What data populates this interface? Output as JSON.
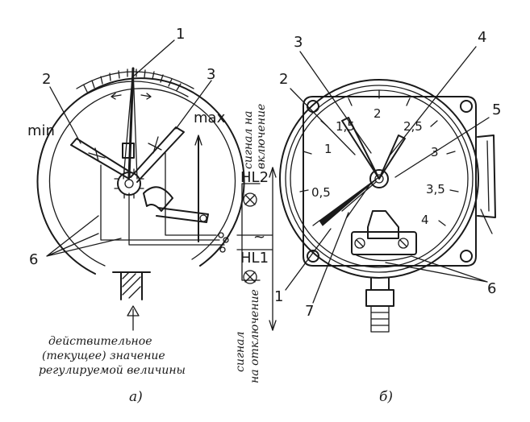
{
  "left": {
    "min_label": "min",
    "max_label": "max",
    "lamp_top": "HL2",
    "lamp_bottom": "HL1",
    "tilde": "~",
    "signal_on": [
      "сигнал на",
      "включение"
    ],
    "signal_off": [
      "сигнал",
      "на отключение"
    ],
    "caption_lines": [
      "действительное",
      "(текущее) значение",
      "регулируемой величины"
    ],
    "sub_label": "а)",
    "callouts": {
      "c1": "1",
      "c2": "2",
      "c3": "3",
      "c6": "6"
    }
  },
  "right": {
    "scale": [
      "0,5",
      "1",
      "1,5",
      "2",
      "2,5",
      "3",
      "3,5",
      "4"
    ],
    "sub_label": "б)",
    "callouts": {
      "c1": "1",
      "c2": "2",
      "c3": "3",
      "c4": "4",
      "c5": "5",
      "c6": "6",
      "c7": "7"
    }
  }
}
